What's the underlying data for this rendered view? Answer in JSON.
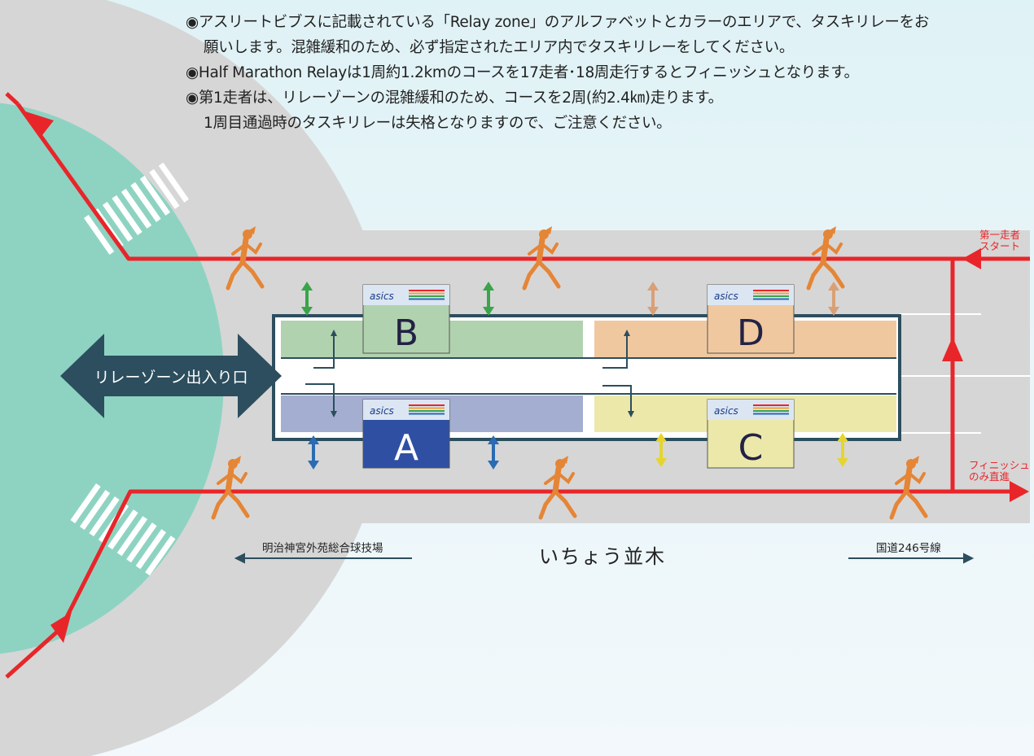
{
  "notes": [
    "◉アスリートビブスに記載されている「Relay zone」のアルファベットとカラーのエリアで、タスキリレーをお",
    "願いします。混雑緩和のため、必ず指定されたエリア内でタスキリレーをしてください。",
    "◉Half Marathon Relayは1周約1.2kmのコースを17走者･18周走行するとフィニッシュとなります。",
    "◉第1走者は、リレーゾーンの混雑緩和のため、コースを2周(約2.4㎞)走ります。",
    "1周目通過時のタスキリレーは失格となりますので、ご注意ください。"
  ],
  "entrance_label": "リレーゾーン出入り口",
  "first_runner_start": [
    "第一走者",
    "スタート"
  ],
  "finish_straight": [
    "フィニッシュ",
    "のみ直進"
  ],
  "road_left": "明治神宮外苑総合球技場",
  "road_center": "いちょう並木",
  "road_right": "国道246号線",
  "zones": [
    {
      "letter": "B",
      "sponsor": "asics",
      "color": "#b1d2ae",
      "arrow_color": "#3aa44a"
    },
    {
      "letter": "D",
      "sponsor": "asics",
      "color": "#f0c8a0",
      "arrow_color": "#d9a077"
    },
    {
      "letter": "A",
      "sponsor": "asics",
      "color": "#a3aed0",
      "arrow_color": "#2a6bb3"
    },
    {
      "letter": "C",
      "sponsor": "asics",
      "color": "#ece8aa",
      "arrow_color": "#e5d52e"
    }
  ],
  "colors": {
    "route": "#e8262a",
    "road": "#d6d6d6",
    "grass": "#8ed3c2",
    "zone_outline": "#2c4e5e",
    "runner": "#e58536",
    "entrance_arrow": "#2c4e5e"
  }
}
